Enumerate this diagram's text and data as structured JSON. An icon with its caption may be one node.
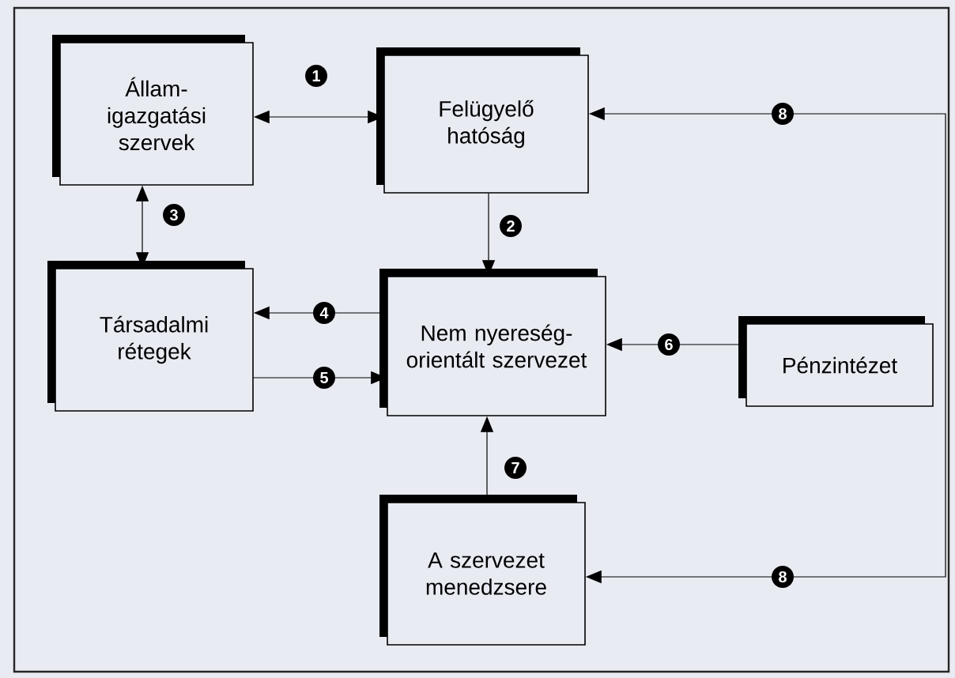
{
  "diagram": {
    "nodes": [
      {
        "text": [
          "Állam-igazgatási szervek"
        ]
      },
      {
        "text": [
          "Felügyelő hatóság"
        ]
      },
      {
        "text": [
          "Nem nyereség-orientált szervezet"
        ]
      },
      {
        "text": [
          "Társadalmi rétegek"
        ]
      },
      {
        "text": [
          "Pénzintézet"
        ]
      },
      {
        "text": [
          "A szervezet menedzsere"
        ]
      }
    ],
    "edges": [
      {
        "from": 0,
        "to": 1,
        "arrow": "both",
        "label": "1"
      },
      {
        "from": 1,
        "to": 2,
        "arrow": "to",
        "label": "2"
      },
      {
        "from": 0,
        "to": 3,
        "arrow": "both",
        "label": "3"
      },
      {
        "from": 2,
        "to": 3,
        "arrow": "to",
        "label": "4"
      },
      {
        "from": 3,
        "to": 2,
        "arrow": "to",
        "label": "5"
      },
      {
        "from": 4,
        "to": 2,
        "arrow": "to",
        "label": "6"
      },
      {
        "from": 5,
        "to": 2,
        "arrow": "to",
        "label": "7"
      },
      {
        "from": null,
        "to": 1,
        "arrow": "to",
        "label": "8"
      },
      {
        "from": null,
        "to": 5,
        "arrow": "to",
        "label": "8"
      }
    ]
  }
}
